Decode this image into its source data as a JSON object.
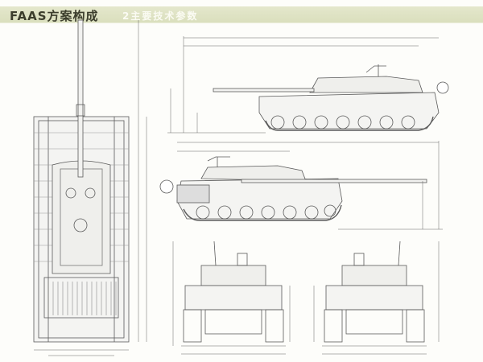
{
  "header": {
    "title": "FAAS方案构成",
    "subtitle": "2主要技术参数"
  },
  "colors": {
    "band": "#e0e3c4",
    "title_text": "#3c3e2c",
    "subtitle_text": "#fbfbf3",
    "line": "#5a5a5a"
  },
  "drawing": {
    "views": [
      "top-view",
      "side-view-gun-left",
      "side-view-gun-right",
      "front-view",
      "rear-view"
    ],
    "road_wheels_per_side": 7
  }
}
